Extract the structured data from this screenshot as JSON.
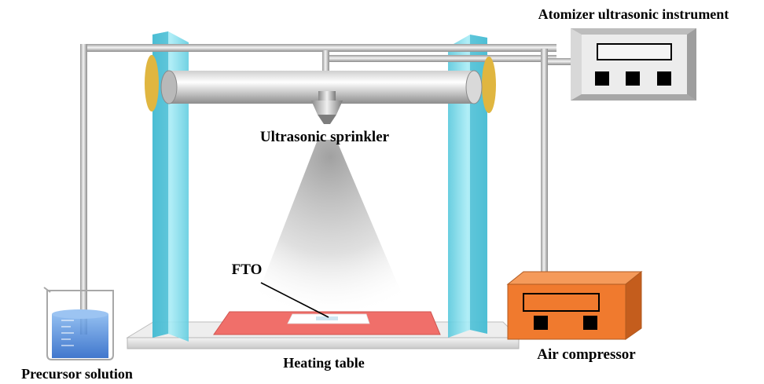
{
  "labels": {
    "atomizer": "Atomizer ultrasonic instrument",
    "sprinkler": "Ultrasonic sprinkler",
    "fto": "FTO",
    "precursor": "Precursor solution",
    "heating_table": "Heating table",
    "air_compressor": "Air compressor"
  },
  "colors": {
    "glass_panel": "#7fd8e8",
    "heating_plate": "#f06f6a",
    "compressor_body": "#f07a2e",
    "instrument_body": "#e8e8e8",
    "solution": "#3a7fd6",
    "pipe": "#c8c8c8"
  }
}
